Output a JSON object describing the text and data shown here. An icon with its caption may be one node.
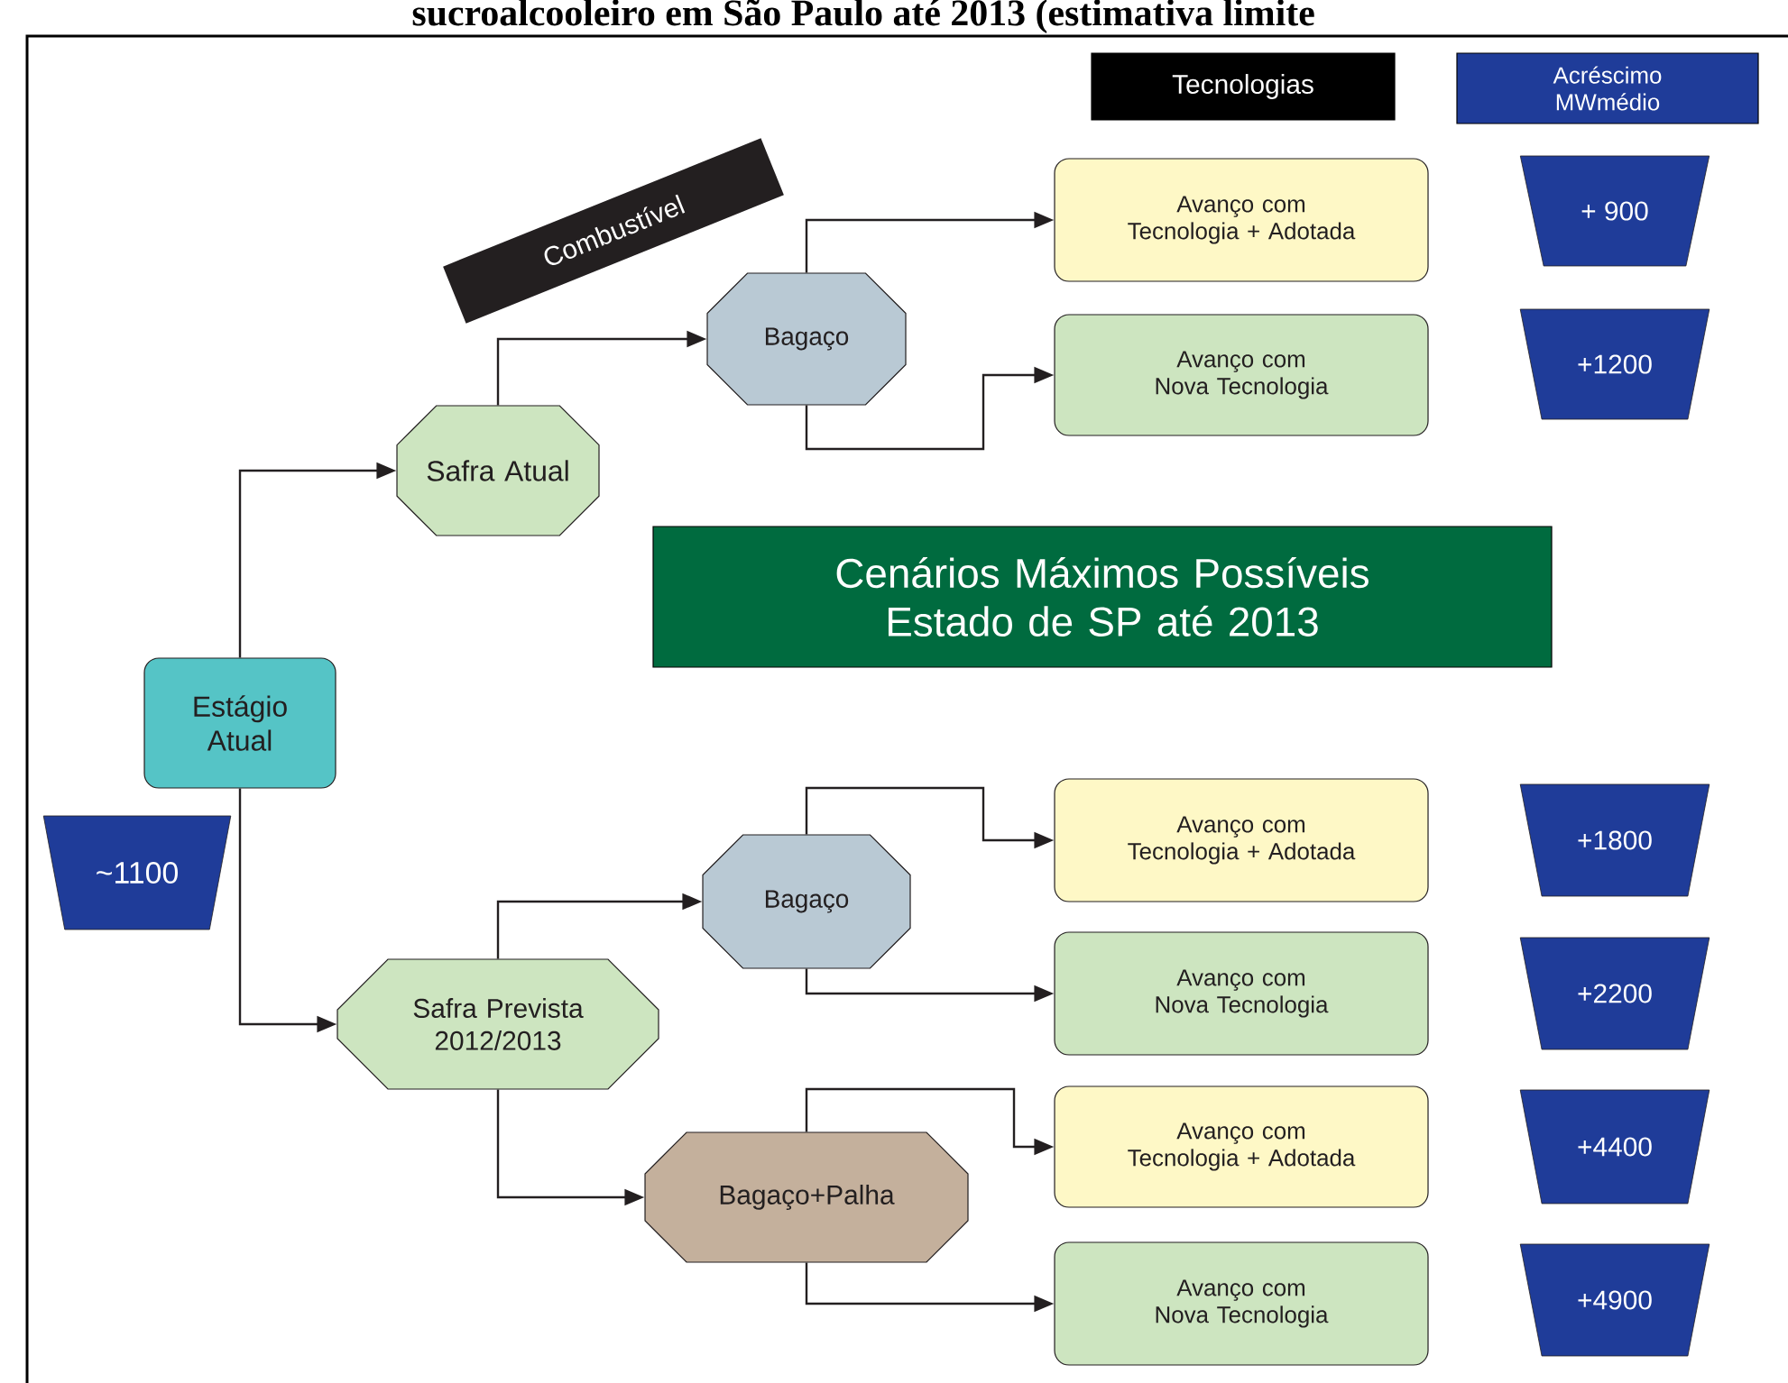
{
  "diagram": {
    "title": "sucroalcooleiro em São Paulo até 2013 (estimativa limite",
    "nodes": [
      {
        "text": [
          "Tecnologias"
        ]
      },
      {
        "text": [
          "Acréscimo MWmédio"
        ]
      },
      {
        "text": [
          "Combustível"
        ]
      },
      {
        "text": [
          "Avanço com Tecnologia + Adotada"
        ]
      },
      {
        "text": [
          "+ 900"
        ]
      },
      {
        "text": [
          "Bagaço"
        ]
      },
      {
        "text": [
          "Avanço com Nova Tecnologia"
        ]
      },
      {
        "text": [
          "+1200"
        ]
      },
      {
        "text": [
          "Safra Atual"
        ]
      },
      {
        "text": [
          "Cenários Máximos Possíveis Estado de SP até 2013"
        ]
      },
      {
        "text": [
          "Estágio Atual"
        ]
      },
      {
        "text": [
          "~1100"
        ]
      },
      {
        "text": [
          "Avanço com Tecnologia + Adotada"
        ]
      },
      {
        "text": [
          "+1800"
        ]
      },
      {
        "text": [
          "Bagaço"
        ]
      },
      {
        "text": [
          "Avanço com Nova Tecnologia"
        ]
      },
      {
        "text": [
          "+2200"
        ]
      },
      {
        "text": [
          "Safra Prevista 2012/2013"
        ]
      },
      {
        "text": [
          "Avanço com Tecnologia + Adotada"
        ]
      },
      {
        "text": [
          "+4400"
        ]
      },
      {
        "text": [
          "Bagaço+Palha"
        ]
      },
      {
        "text": [
          "Avanço com Nova Tecnologia"
        ]
      },
      {
        "text": [
          "+4900"
        ]
      }
    ],
    "edges": [
      {
        "from": 10,
        "to": 8,
        "arrow": "to"
      },
      {
        "from": 10,
        "to": 17,
        "arrow": "to"
      },
      {
        "from": 8,
        "to": 5,
        "arrow": "to"
      },
      {
        "from": 5,
        "to": 3,
        "arrow": "to"
      },
      {
        "from": 5,
        "to": 6,
        "arrow": "to"
      },
      {
        "from": 17,
        "to": 14,
        "arrow": "to"
      },
      {
        "from": 17,
        "to": 20,
        "arrow": "to"
      },
      {
        "from": 14,
        "to": 12,
        "arrow": "to"
      },
      {
        "from": 14,
        "to": 15,
        "arrow": "to"
      },
      {
        "from": 20,
        "to": 18,
        "arrow": "to"
      },
      {
        "from": 20,
        "to": 21,
        "arrow": "to"
      }
    ]
  }
}
